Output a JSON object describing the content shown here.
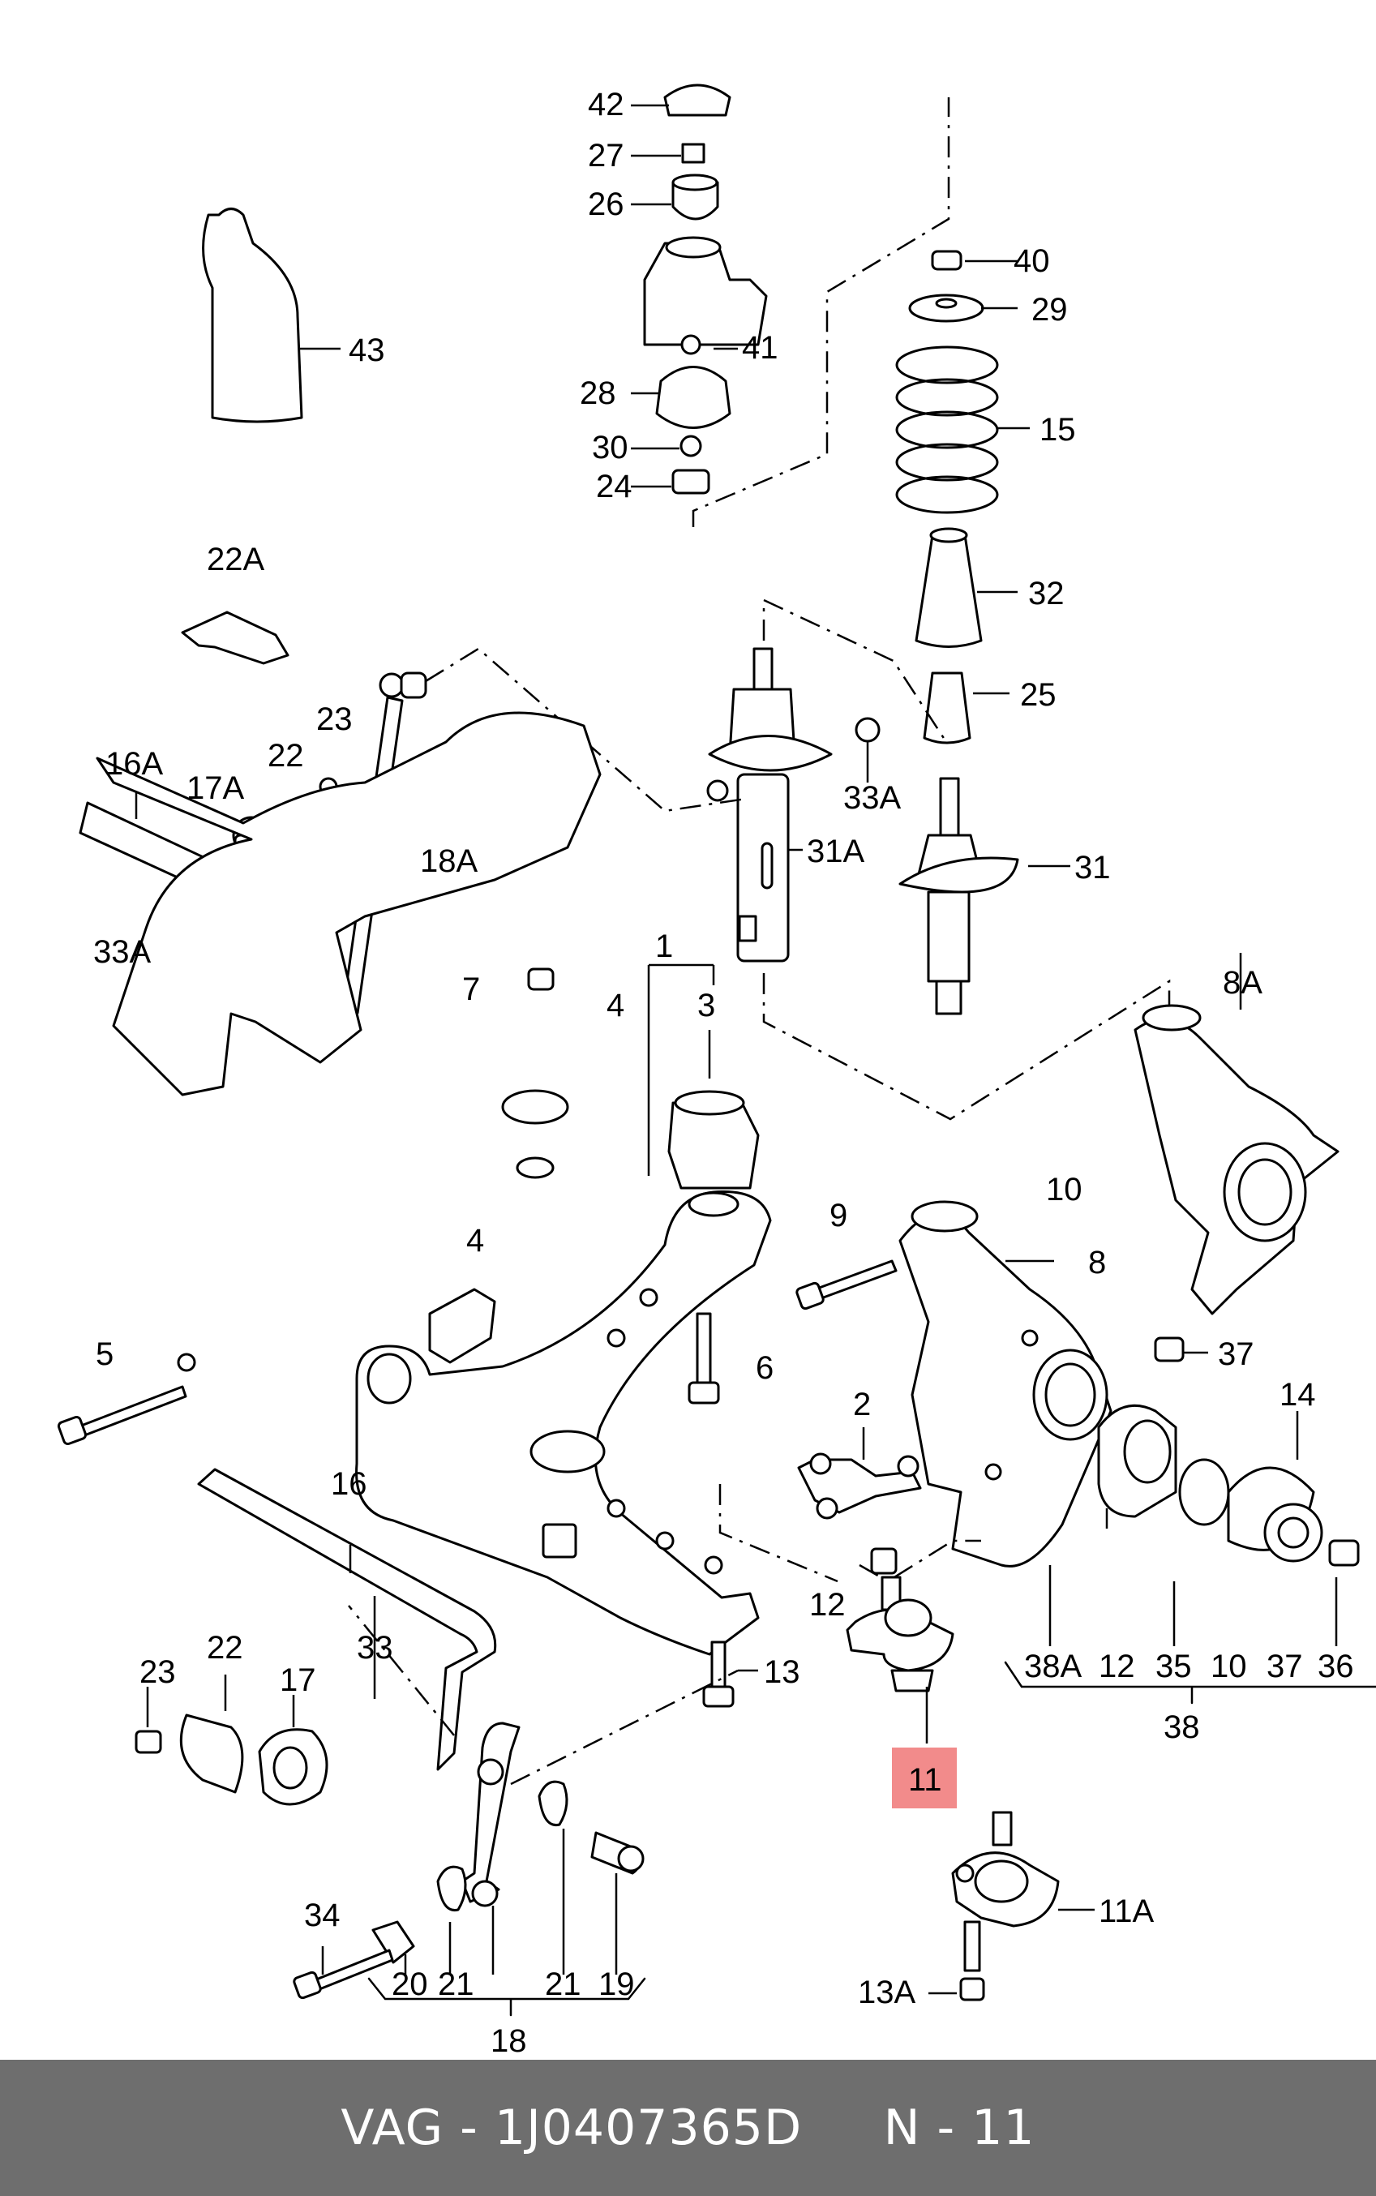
{
  "labels": {
    "42": "42",
    "27": "27",
    "26": "26",
    "41": "41",
    "28": "28",
    "30": "30",
    "24": "24",
    "40": "40",
    "29": "29",
    "15": "15",
    "32": "32",
    "25": "25",
    "31": "31",
    "31A": "31A",
    "33A": "33A",
    "43": "43",
    "22A": "22A",
    "23": "23",
    "22": "22",
    "16A": "16A",
    "17A": "17A",
    "18A": "18A",
    "33A_b": "33A",
    "7": "7",
    "1": "1",
    "4": "4",
    "3": "3",
    "8A": "8A",
    "10": "10",
    "9": "9",
    "8": "8",
    "4_b": "4",
    "5": "5",
    "6": "6",
    "37": "37",
    "2": "2",
    "14": "14",
    "16": "16",
    "12": "12",
    "38A": "38A",
    "12_b": "12",
    "35": "35",
    "10_b": "10",
    "37_b": "37",
    "36": "36",
    "38": "38",
    "13": "13",
    "23_b": "23",
    "22_b": "22",
    "17": "17",
    "33": "33",
    "11": "11",
    "11A": "11A",
    "34": "34",
    "20": "20",
    "21": "21",
    "21_b": "21",
    "19": "19",
    "18": "18",
    "13A": "13A"
  },
  "highlight_color": "#f28b8b",
  "footer": {
    "brand": "VAG",
    "separator": " - ",
    "part_number": "1J0407365D",
    "position": "N - 11"
  }
}
